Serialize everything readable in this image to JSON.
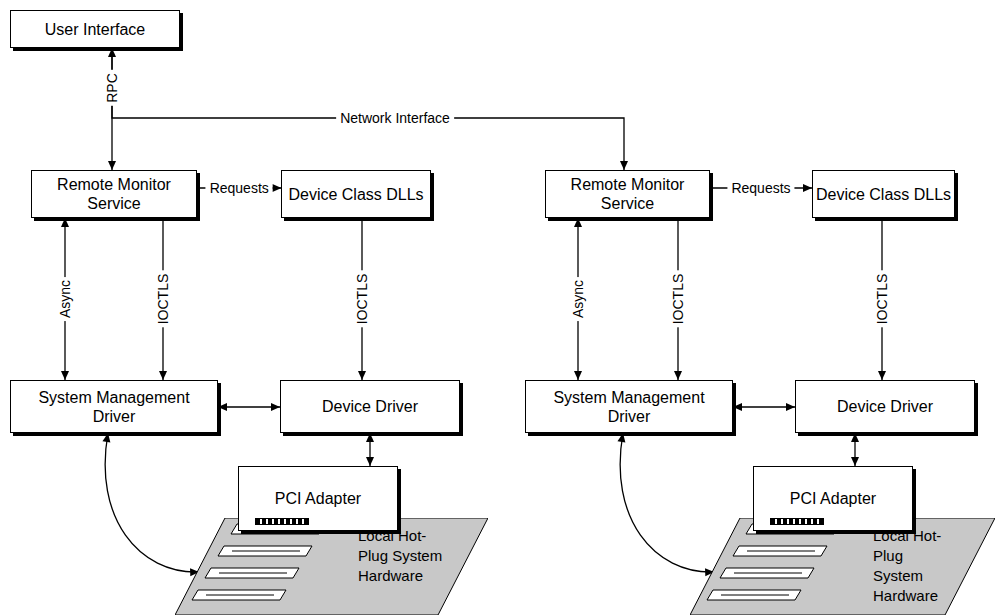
{
  "diagram": {
    "nodes": [
      {
        "text": [
          "User Interface"
        ]
      },
      {
        "text": [
          "Remote Monitor Service"
        ]
      },
      {
        "text": [
          "Device Class DLLs"
        ]
      },
      {
        "text": [
          "Remote Monitor Service"
        ]
      },
      {
        "text": [
          "Device Class DLLs"
        ]
      },
      {
        "text": [
          "System Management Driver"
        ]
      },
      {
        "text": [
          "Device Driver"
        ]
      },
      {
        "text": [
          "PCI Adapter"
        ]
      },
      {
        "text": [
          "Local Hot-Plug System Hardware"
        ]
      },
      {
        "text": [
          "System Management Driver"
        ]
      },
      {
        "text": [
          "Device Driver"
        ]
      },
      {
        "text": [
          "PCI Adapter"
        ]
      },
      {
        "text": [
          "Local Hot-Plug System Hardware"
        ]
      }
    ],
    "edges": [
      {
        "from": 0,
        "to": 1,
        "label": "RPC",
        "arrow": "both"
      },
      {
        "from": 0,
        "to": 3,
        "label": "Network Interface",
        "arrow": "to"
      },
      {
        "from": 1,
        "to": 2,
        "label": "Requests",
        "arrow": "to"
      },
      {
        "from": 1,
        "to": 5,
        "label": "Async",
        "arrow": "both"
      },
      {
        "from": 1,
        "to": 5,
        "label": "IOCTLS",
        "arrow": "to"
      },
      {
        "from": 2,
        "to": 6,
        "label": "IOCTLS",
        "arrow": "to"
      },
      {
        "from": 5,
        "to": 6,
        "arrow": "both"
      },
      {
        "from": 6,
        "to": 7,
        "arrow": "both"
      },
      {
        "from": 5,
        "to": 8,
        "arrow": "both"
      },
      {
        "from": 3,
        "to": 4,
        "label": "Requests",
        "arrow": "to"
      },
      {
        "from": 3,
        "to": 9,
        "label": "Async",
        "arrow": "both"
      },
      {
        "from": 3,
        "to": 9,
        "label": "IOCTLS",
        "arrow": "to"
      },
      {
        "from": 4,
        "to": 10,
        "label": "IOCTLS",
        "arrow": "to"
      },
      {
        "from": 9,
        "to": 10,
        "arrow": "both"
      },
      {
        "from": 10,
        "to": 11,
        "arrow": "both"
      },
      {
        "from": 9,
        "to": 12,
        "arrow": "both"
      }
    ]
  }
}
